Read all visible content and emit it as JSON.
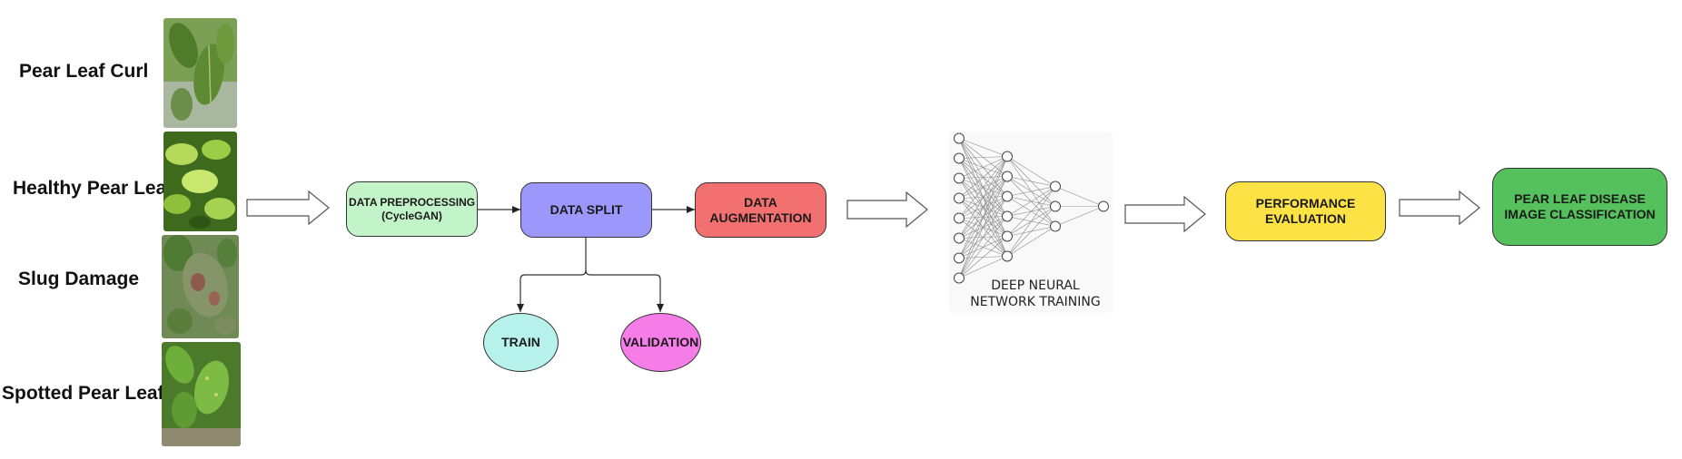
{
  "leaf_classes": [
    {
      "label": "Pear Leaf Curl"
    },
    {
      "label": "Healthy Pear Leaf"
    },
    {
      "label": "Slug Damage"
    },
    {
      "label": "Spotted Pear Leaf"
    }
  ],
  "pipeline": {
    "preprocessing": "DATA PREPROCESSING\n(CycleGAN)",
    "split": "DATA SPLIT",
    "augmentation": "DATA\nAUGMENTATION",
    "train": "TRAIN",
    "validation": "VALIDATION",
    "nn_caption": "DEEP NEURAL\nNETWORK TRAINING",
    "evaluation": "PERFORMANCE\nEVALUATION",
    "classification": "PEAR LEAF DISEASE\nIMAGE CLASSIFICATION"
  },
  "colors": {
    "preprocessing": "#c3f3c8",
    "split": "#9b97fb",
    "augmentation": "#f37070",
    "train": "#b7f1ec",
    "validation": "#f67de8",
    "evaluation": "#fde245",
    "classification": "#55c15c"
  },
  "nn_layers": [
    8,
    6,
    3,
    1
  ],
  "icons": [
    "block-arrow-icon",
    "neural-network-icon"
  ]
}
